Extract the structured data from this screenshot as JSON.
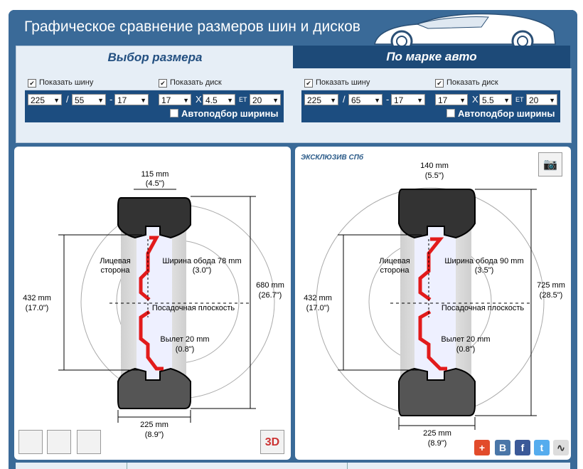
{
  "app": {
    "title": "Графическое сравнение размеров шин и дисков"
  },
  "tabs": [
    {
      "label": "Выбор размера"
    },
    {
      "label": "По марке авто"
    }
  ],
  "left": {
    "show_tire": "Показать шину",
    "show_disk": "Показать диск",
    "tire": {
      "width": "225",
      "profile": "55",
      "diameter": "17"
    },
    "disk": {
      "diameter": "17",
      "width": "4.5",
      "et_label": "ET",
      "et": "20"
    },
    "auto_width": "Автоподбор ширины",
    "viz": {
      "tread_mm": "115 mm",
      "tread_in": "(4.5\")",
      "rim_d_mm": "432 mm",
      "rim_d_in": "(17.0\")",
      "outer_mm": "680 mm",
      "outer_in": "(26.7\")",
      "face": "Лицевая",
      "side": "сторона",
      "rim_w": "Ширина обода 78 mm",
      "rim_w_in": "(3.0\")",
      "mount": "Посадочная плоскость",
      "offset": "Вылет 20 mm",
      "offset_in": "(0.8\")",
      "width_mm": "225 mm",
      "width_in": "(8.9\")"
    }
  },
  "right": {
    "show_tire": "Показать шину",
    "show_disk": "Показать диск",
    "tire": {
      "width": "225",
      "profile": "65",
      "diameter": "17"
    },
    "disk": {
      "diameter": "17",
      "width": "5.5",
      "et_label": "ET",
      "et": "20"
    },
    "auto_width": "Автоподбор ширины",
    "viz": {
      "tread_mm": "140 mm",
      "tread_in": "(5.5\")",
      "rim_d_mm": "432 mm",
      "rim_d_in": "(17.0\")",
      "outer_mm": "725 mm",
      "outer_in": "(28.5\")",
      "face": "Лицевая",
      "side": "сторона",
      "rim_w": "Ширина обода 90 mm",
      "rim_w_in": "(3.5\")",
      "mount": "Посадочная плоскость",
      "offset": "Вылет 20 mm",
      "offset_in": "(0.8\")",
      "width_mm": "225 mm",
      "width_in": "(8.9\")",
      "logo": "ЭКСКЛЮЗИВ СПб"
    }
  },
  "icons": [
    "tire-cross-section-icon",
    "tire-side-icon",
    "tire-tread-icon",
    "3d-view-icon",
    "camera-icon",
    "add-share-icon",
    "vk-icon",
    "facebook-icon",
    "twitter-icon",
    "other-share-icon"
  ],
  "colors": {
    "header": "#3a6a98",
    "tab_active": "#e6eef6",
    "tab_inactive": "#1d4a78",
    "rim": "#e21b1b"
  }
}
